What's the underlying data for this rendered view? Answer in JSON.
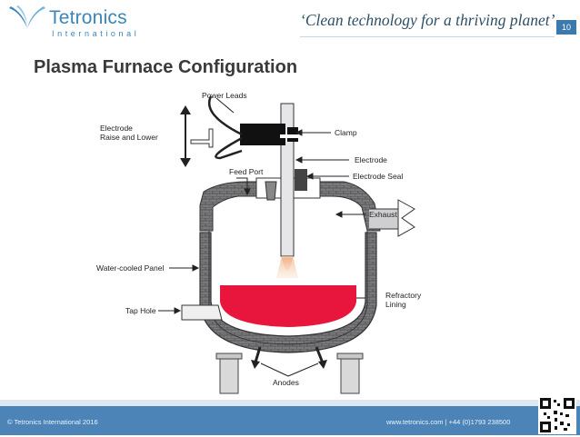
{
  "header": {
    "logo_name": "Tetronics",
    "logo_sub": "International",
    "tagline": "‘Clean technology for a thriving planet’",
    "page_number": "10"
  },
  "slide": {
    "title": "Plasma Furnace Configuration"
  },
  "diagram": {
    "labels": {
      "power_leads": "Power Leads",
      "electrode_raise_1": "Electrode",
      "electrode_raise_2": "Raise and Lower",
      "clamp": "Clamp",
      "electrode": "Electrode",
      "feed_port": "Feed Port",
      "electrode_seal": "Electrode Seal",
      "exhaust": "Exhaust",
      "water_cooled_panel": "Water-cooled Panel",
      "refractory_1": "Refractory",
      "refractory_2": "Lining",
      "tap_hole": "Tap Hole",
      "anodes": "Anodes"
    },
    "colors": {
      "melt": "#e8163c",
      "wall": "#6f6f72",
      "line": "#222222"
    }
  },
  "footer": {
    "copyright": "© Tetronics International 2016",
    "contact": "www.tetronics.com  |  +44 (0)1793 238500"
  }
}
